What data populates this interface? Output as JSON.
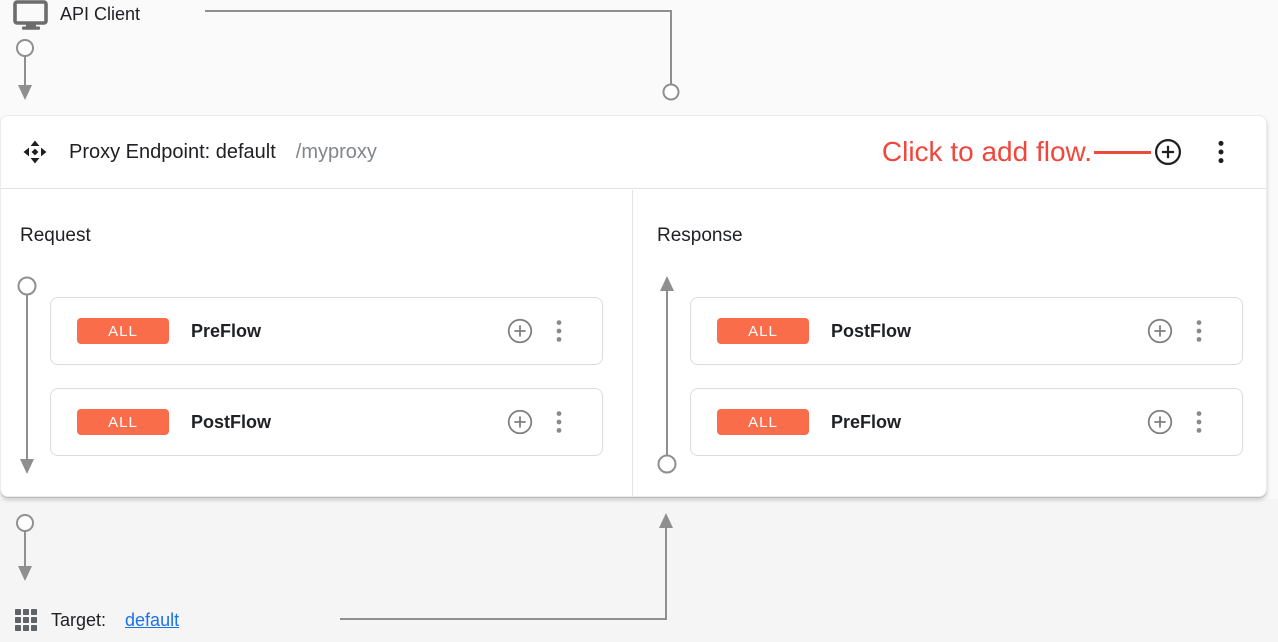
{
  "colors": {
    "badge_orange": "#f96d4b",
    "annotation_red": "#f0473d",
    "link_blue": "#1a73e8",
    "connector_gray": "#8f8f8f"
  },
  "api_client": {
    "label": "API Client"
  },
  "proxy_endpoint": {
    "title": "Proxy Endpoint: default",
    "base_path": "/myproxy",
    "annotation": "Click to add flow.",
    "request": {
      "label": "Request",
      "flows": [
        {
          "condition": "ALL",
          "name": "PreFlow"
        },
        {
          "condition": "ALL",
          "name": "PostFlow"
        }
      ]
    },
    "response": {
      "label": "Response",
      "flows": [
        {
          "condition": "ALL",
          "name": "PostFlow"
        },
        {
          "condition": "ALL",
          "name": "PreFlow"
        }
      ]
    }
  },
  "target": {
    "label": "Target:",
    "link": "default"
  }
}
